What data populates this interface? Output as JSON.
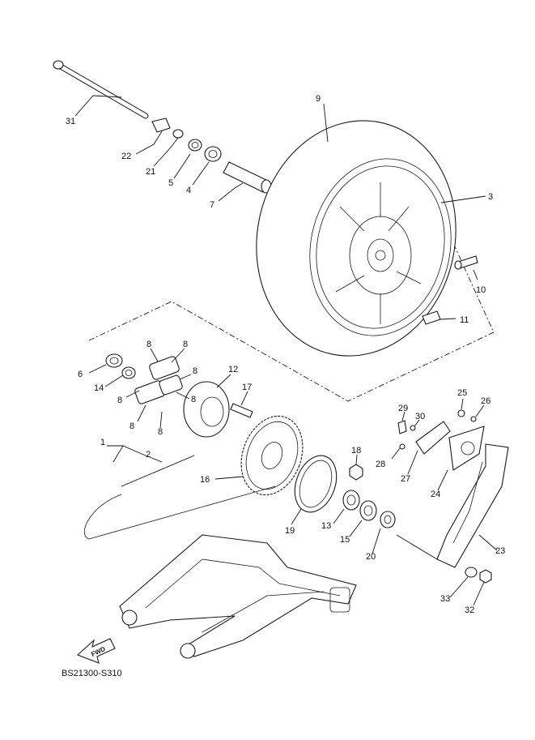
{
  "diagram": {
    "code": "BS21300-S310",
    "fwd_label": "FWD",
    "part_numbers": {
      "p1": "1",
      "p2": "2",
      "p3": "3",
      "p4": "4",
      "p5": "5",
      "p6": "6",
      "p7": "7",
      "p8a": "8",
      "p8b": "8",
      "p8c": "8",
      "p8d": "8",
      "p8e": "8",
      "p8f": "8",
      "p9": "9",
      "p10": "10",
      "p11": "11",
      "p12": "12",
      "p13": "13",
      "p14": "14",
      "p15": "15",
      "p16": "16",
      "p17": "17",
      "p18": "18",
      "p19": "19",
      "p20": "20",
      "p21": "21",
      "p22": "22",
      "p23": "23",
      "p24": "24",
      "p25": "25",
      "p26": "26",
      "p27": "27",
      "p28": "28",
      "p29": "29",
      "p30": "30",
      "p31": "31",
      "p32": "32",
      "p33": "33"
    }
  }
}
